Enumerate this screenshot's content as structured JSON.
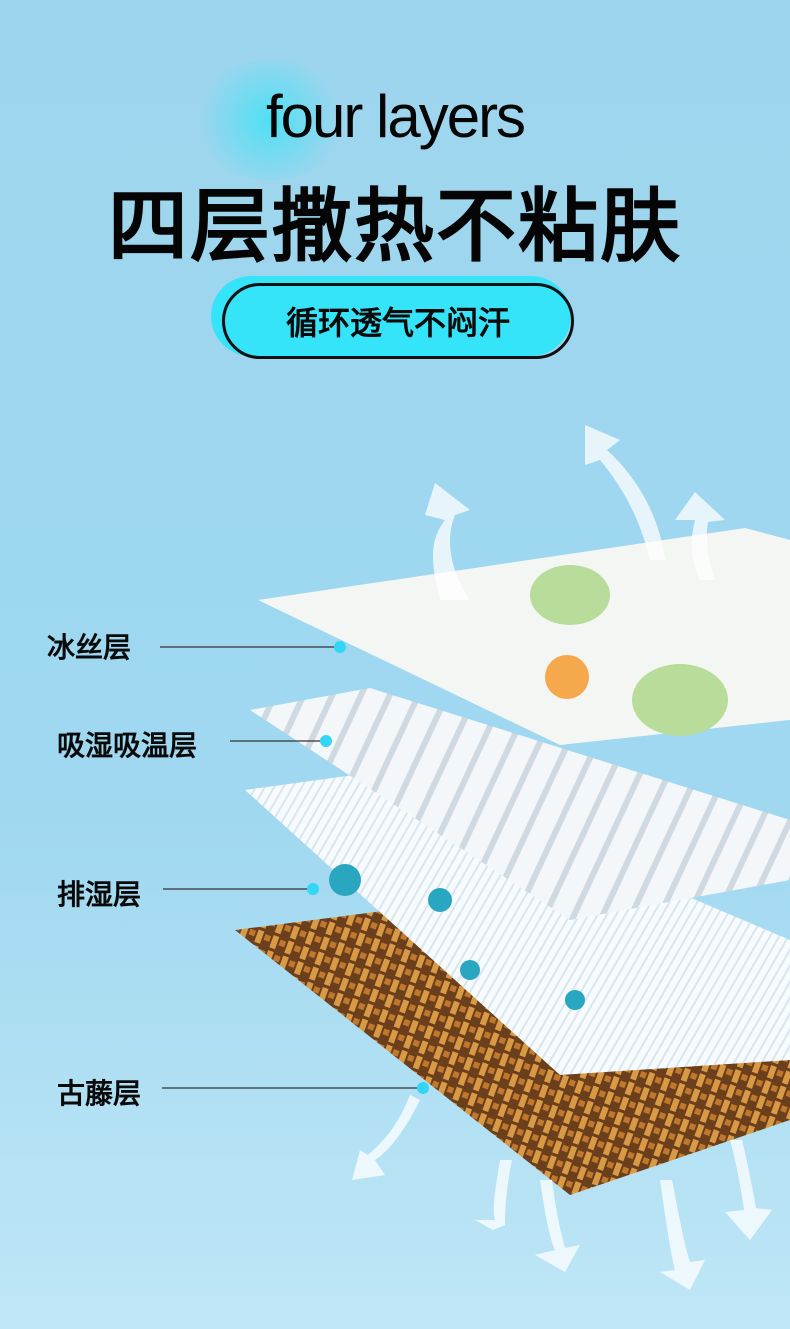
{
  "header": {
    "title_en": "four layers",
    "title_cn": "四层撒热不粘肤",
    "badge": "循环透气不闷汗"
  },
  "layers": [
    {
      "label": "冰丝层"
    },
    {
      "label": "吸湿吸温层"
    },
    {
      "label": "排湿层"
    },
    {
      "label": "古藤层"
    }
  ],
  "colors": {
    "background": "#9dd5ee",
    "accent": "#35e4f9",
    "dot": "#35d6f5"
  }
}
